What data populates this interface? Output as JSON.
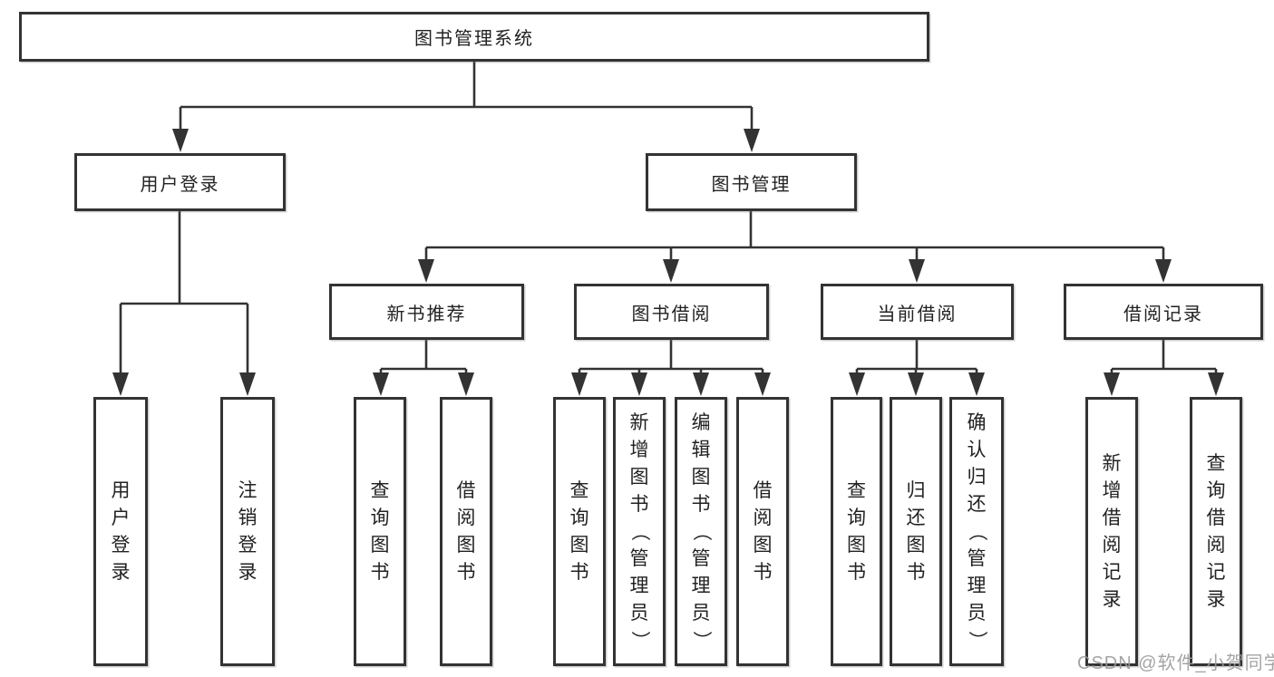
{
  "diagram": {
    "title": "图书管理系统",
    "nodes": {
      "root": "图书管理系统",
      "user_login": "用户登录",
      "book_mgmt": "图书管理",
      "new_book_rec": "新书推荐",
      "book_borrow": "图书借阅",
      "current_borrow": "当前借阅",
      "borrow_records": "借阅记录",
      "leaf_user_login": "用户登录",
      "leaf_logout": "注销登录",
      "leaf_rec_query_books": "查询图书",
      "leaf_rec_borrow_books": "借阅图书",
      "leaf_bb_query_books": "查询图书",
      "leaf_bb_add_books_admin": "新增图书（管理员）",
      "leaf_bb_edit_books_admin": "编辑图书（管理员）",
      "leaf_bb_borrow_books": "借阅图书",
      "leaf_cb_query_books": "查询图书",
      "leaf_cb_return_books": "归还图书",
      "leaf_cb_confirm_return_admin": "确认归还（管理员）",
      "leaf_br_add_record": "新增借阅记录",
      "leaf_br_query_record": "查询借阅记录"
    }
  },
  "watermark": {
    "text": "CSDN @软件_小贺同学"
  },
  "colors": {
    "line": "#333333",
    "box_border": "#333333",
    "text": "#222222",
    "watermark": "#9b9b9b",
    "background": "#ffffff"
  }
}
